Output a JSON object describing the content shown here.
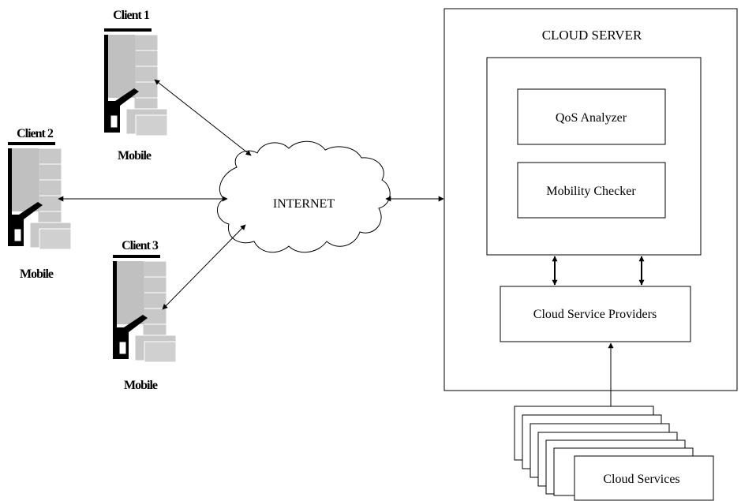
{
  "diagram": {
    "clients": [
      {
        "label": "Client 1",
        "device": "Mobile"
      },
      {
        "label": "Client 2",
        "device": "Mobile"
      },
      {
        "label": "Client 3",
        "device": "Mobile"
      }
    ],
    "internet": {
      "label": "INTERNET"
    },
    "cloud_server": {
      "title": "CLOUD SERVER",
      "modules": [
        {
          "label": "QoS Analyzer"
        },
        {
          "label": "Mobility Checker"
        }
      ],
      "providers": {
        "label": "Cloud Service Providers"
      }
    },
    "services": {
      "label": "Cloud Services"
    }
  }
}
